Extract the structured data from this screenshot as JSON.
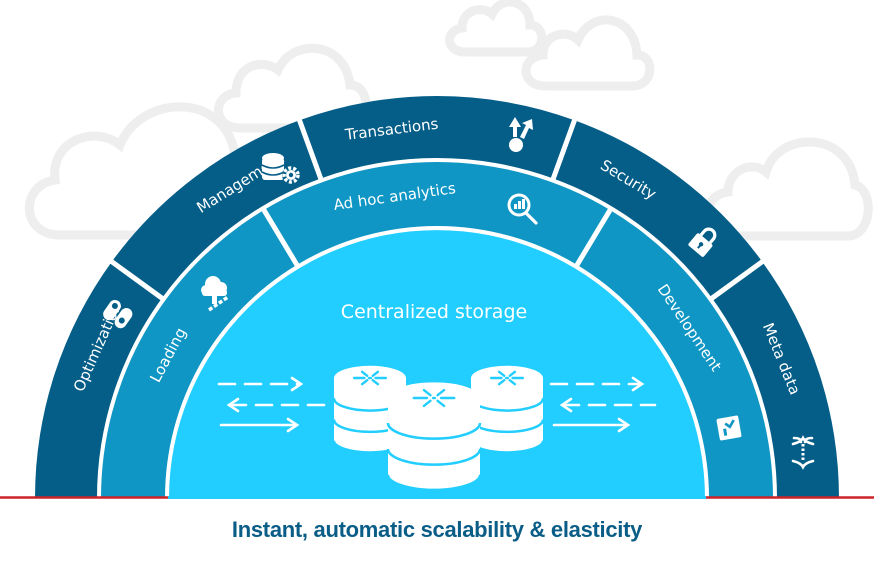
{
  "colors": {
    "outer_ring": "#055e88",
    "middle_ring": "#0f96c4",
    "core": "#22ceff",
    "caption": "#0a5d87",
    "baseline": "#cc2229",
    "cloud_outline": "#eeeeee",
    "divider": "#ffffff"
  },
  "outer_ring": {
    "segments": [
      {
        "label": "Optimization",
        "icon": "toggle-switches-icon"
      },
      {
        "label": "Management",
        "icon": "database-gear-icon"
      },
      {
        "label": "Transactions",
        "icon": "branching-arrows-icon"
      },
      {
        "label": "Security",
        "icon": "padlock-icon"
      },
      {
        "label": "Meta data",
        "icon": "curly-braces-icon"
      }
    ]
  },
  "middle_ring": {
    "segments": [
      {
        "label": "Loading",
        "icon": "cloud-upload-icon"
      },
      {
        "label": "Ad hoc analytics",
        "icon": "magnifier-chart-icon"
      },
      {
        "label": "Development",
        "icon": "code-editor-icon"
      }
    ]
  },
  "core": {
    "title": "Centralized storage",
    "icon": "snowflake-database-icon"
  },
  "caption": "Instant, automatic scalability & elasticity"
}
